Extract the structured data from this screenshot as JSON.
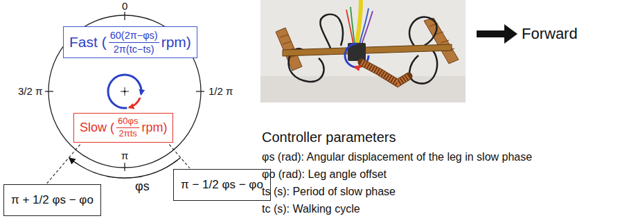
{
  "diagram": {
    "nodes": [
      {
        "text": [
          "Fast (",
          "60(2π−φs)",
          "2π(tc−ts)",
          "rpm)"
        ]
      },
      {
        "text": [
          "Slow (",
          "60φs",
          "2πts",
          "rpm)"
        ]
      },
      {
        "text": [
          "π − 1/2 φs − φo"
        ]
      },
      {
        "text": [
          "π + 1/2 φs − φo"
        ]
      }
    ],
    "labels": [
      "0",
      "1/2 π",
      "π",
      "3/2 π",
      "φs",
      "Forward",
      "Controller parameters",
      "φs (rad): Angular displacement of the leg in slow phase",
      "φo (rad): Leg angle offset",
      "ts (s): Period of slow phase",
      "tc (s): Walking cycle"
    ]
  }
}
